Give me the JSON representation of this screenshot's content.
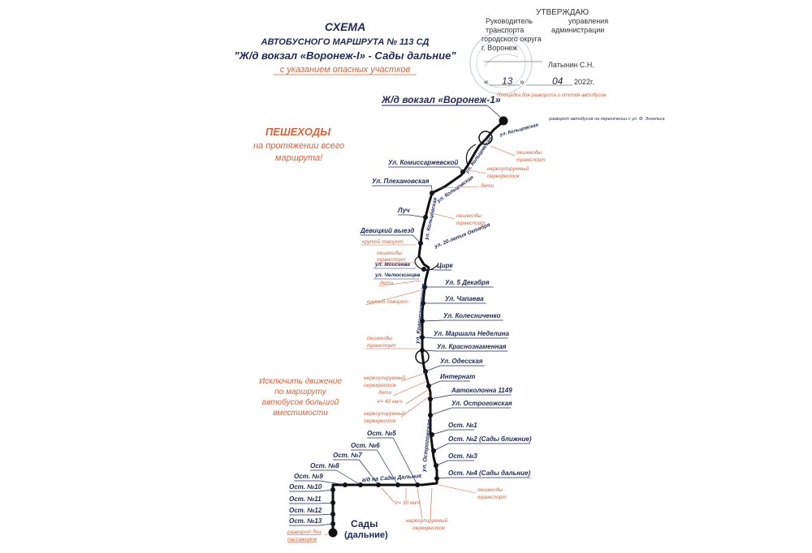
{
  "header": {
    "title": "СХЕМА",
    "subtitle1": "АВТОБУСНОГО МАРШРУТА № 113 СД",
    "subtitle2": "\"Ж/д вокзал «Воронеж-I» - Сады дальние\"",
    "note": "с указанием опасных участков"
  },
  "approval": {
    "heading": "УТВЕРЖДАЮ",
    "line1a": "Руководитель",
    "line1b": "управления",
    "line2a": "транспорта",
    "line2b": "администрации",
    "line3": "городского округа",
    "line4": "г. Воронеж",
    "signer": "Латынин С.Н.",
    "day": "13",
    "month": "04",
    "year": "2022г."
  },
  "pedestrians": {
    "line1": "ПЕШЕХОДЫ",
    "line2": "на протяжении всего",
    "line3": "маршрута!"
  },
  "exclusion": {
    "line1": "Исключить движение",
    "line2": "по маршруту",
    "line3": "автобусов большой",
    "line4": "вместимости"
  },
  "terminals": {
    "start": "Ж/д вокзал «Воронеж-1»",
    "end1": "Сады",
    "end2": "(дальние)",
    "start_platform": "Площадка для разворота и отстоя автобусов",
    "turnaround": "разворот автобусов на пересечении с ул. Ф. Энгельса"
  },
  "stops_right": [
    "Ул. Комиссаржевской",
    "Ул. Плехановская",
    "Луч",
    "Девицкий выезд",
    "Цирк",
    "Ул. 5 Декабря",
    "Ул. Чапаева",
    "Ул. Колесниченко",
    "Ул. Маршала Неделина",
    "Ул. Краснознаменная",
    "Ул. Одесская",
    "Интернат",
    "Автоколонна 1149",
    "Ул. Острогожская",
    "Ост. №1",
    "Ост. №2 (Сады ближние)",
    "Ост. №3",
    "Ост. №4 (Сады дальние)"
  ],
  "stops_left": [
    "Ост. №5",
    "Ост. №6",
    "Ост. №7",
    "Ост. №8",
    "Ост. №9",
    "Ост. №10",
    "Ост. №11",
    "Ост. №12",
    "Ост. №13"
  ],
  "streets": {
    "kolcovskaya_top": "ул. Кольцовская",
    "kolcovskaya_mid": "ул. Кольцовская",
    "kolcovskaya_low": "ул. Кольцовская",
    "oct20": "ул. 20-летия Октября",
    "moiseeva": "ул. Моисеева",
    "chelyuskincev": "ул. Челюскинцев",
    "krasnoznamennaya": "ул. Краснознаменная",
    "ostrogozhskaya": "ул. Острогожская",
    "sady_dalnie": "а/д на Сады Дальние",
    "kolcovskaya_turn": "ул. Кольцовская"
  },
  "hazards": {
    "peshehody_transport": "пешеходы транспорт",
    "ped_line1": "пешеходы",
    "transport_line": "транспорт",
    "neregul_perekr": "нерегулируемый перекресток",
    "neregul1": "нерегулируемый",
    "perekr": "перекресток",
    "deti": "дети",
    "krutoy_povorot": "крутой поворот",
    "speed40": "V= 40 км/ч",
    "speed30": "V= 30 км/ч",
    "razvorot_bez": "разворот без",
    "passazhirov": "пассажиров"
  }
}
